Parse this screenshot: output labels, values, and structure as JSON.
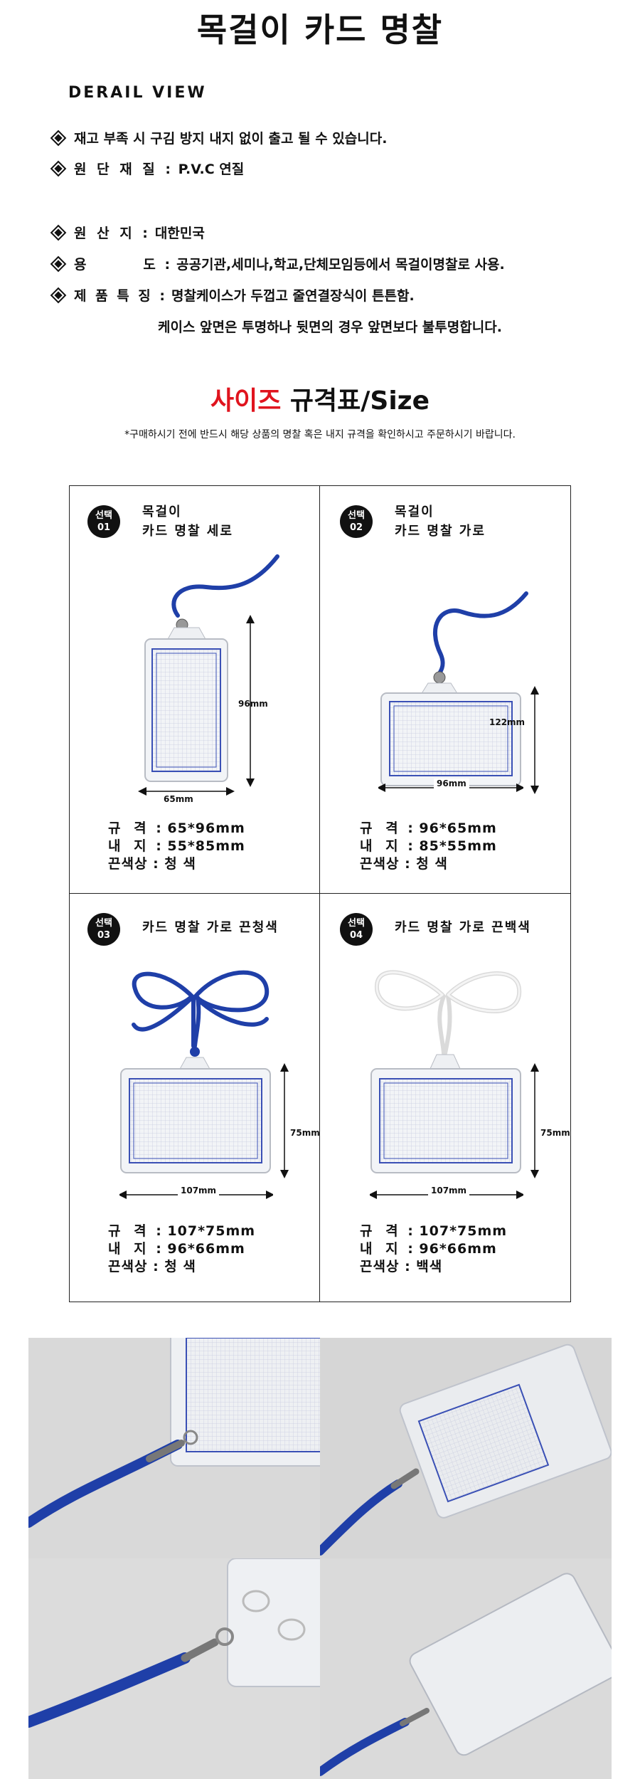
{
  "title": "목걸이 카드 명찰",
  "detail_view": "DERAIL VIEW",
  "specs": [
    {
      "label": "",
      "value": "재고 부족 시 구김 방지 내지 없이 출고 될 수 있습니다."
    },
    {
      "label": "원 단 재 질 :",
      "value": " P.V.C 연질"
    },
    {
      "label": "원 산 지 :",
      "value": "대한민국"
    },
    {
      "label": "용        도 :",
      "value": "공공기관,세미나,학교,단체모임등에서 목걸이명찰로 사용."
    },
    {
      "label": "제 품 특 징 :",
      "value": "명찰케이스가 두껍고 줄연결장식이 튼튼함."
    }
  ],
  "spec_continuation": "케이스 앞면은 투명하나 뒷면의 경우 앞면보다 불투명합니다.",
  "size_section": {
    "title_red": "사이즈",
    "title_rest": " 규격표/Size",
    "note": "*구매하시기 전에 반드시 해당 상품의 명찰 혹은 내지 규격을 확인하시고 주문하시기 바랍니다."
  },
  "options": [
    {
      "badge_top": "선택",
      "badge_num": "01",
      "name_line1": "목걸이",
      "name_line2": "카드 명찰 세로",
      "width_label": "65mm",
      "height_label": "96mm",
      "spec_lines": [
        {
          "k": "규 격",
          "v": ": 65*96mm"
        },
        {
          "k": "내 지",
          "v": ": 55*85mm"
        },
        {
          "k": "끈색상",
          "v": ": 청 색"
        }
      ]
    },
    {
      "badge_top": "선택",
      "badge_num": "02",
      "name_line1": "목걸이",
      "name_line2": "카드 명찰 가로",
      "width_label": "96mm",
      "height_label": "122mm",
      "spec_lines": [
        {
          "k": "규 격",
          "v": ": 96*65mm"
        },
        {
          "k": "내 지",
          "v": ": 85*55mm"
        },
        {
          "k": "끈색상",
          "v": ": 청 색"
        }
      ]
    },
    {
      "badge_top": "선택",
      "badge_num": "03",
      "name_line1": "카드 명찰 가로 끈청색",
      "name_line2": "",
      "width_label": "107mm",
      "height_label": "75mm",
      "spec_lines": [
        {
          "k": "규 격",
          "v": ": 107*75mm"
        },
        {
          "k": "내 지",
          "v": ": 96*66mm"
        },
        {
          "k": "끈색상",
          "v": ": 청 색"
        }
      ]
    },
    {
      "badge_top": "선택",
      "badge_num": "04",
      "name_line1": "카드 명찰 가로 끈백색",
      "name_line2": "",
      "width_label": "107mm",
      "height_label": "75mm",
      "spec_lines": [
        {
          "k": "규 격",
          "v": ": 107*75mm"
        },
        {
          "k": "내 지",
          "v": ": 96*66mm"
        },
        {
          "k": "끈색상",
          "v": ": 백색"
        }
      ]
    }
  ],
  "colors": {
    "accent_red": "#e0141e",
    "cord_blue": "#1f3fa8",
    "frame_blue": "#3a50b5",
    "cord_white": "#f4f4f4"
  }
}
